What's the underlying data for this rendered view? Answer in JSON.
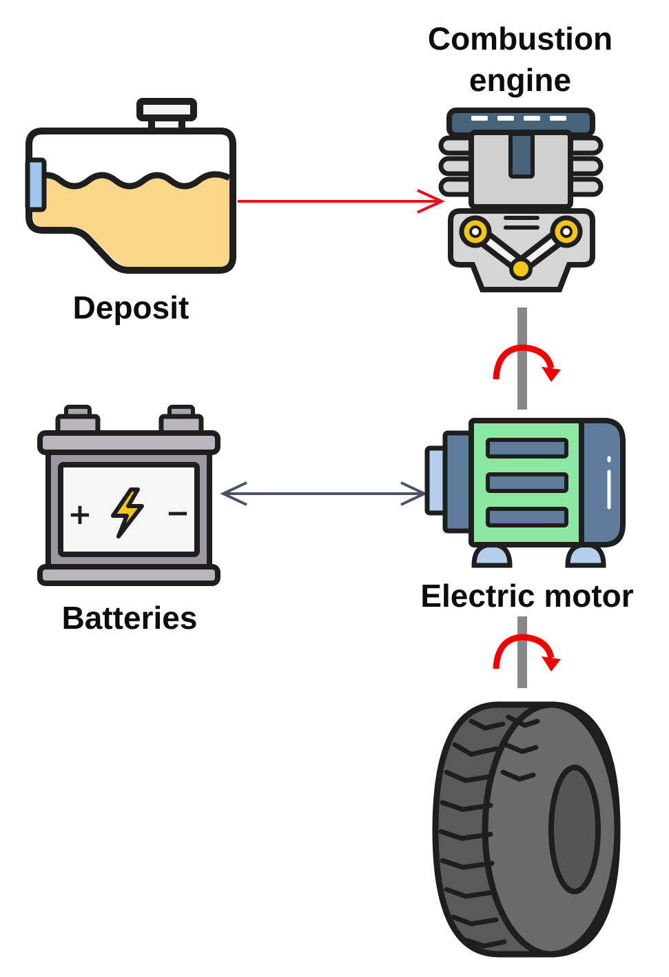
{
  "labels": {
    "engine_line1": "Combustion",
    "engine_line2": "engine",
    "deposit": "Deposit",
    "batteries": "Batteries",
    "motor": "Electric motor"
  },
  "battery_symbols": {
    "plus": "+",
    "minus": "−"
  },
  "icons": {
    "deposit": "fuel-tank-icon",
    "engine": "combustion-engine-icon",
    "battery": "car-battery-icon",
    "motor": "electric-motor-icon",
    "wheel": "tire-icon"
  },
  "colors": {
    "fuel_arrow": "#e8101a",
    "electric_arrow": "#4a5468",
    "rotation_arrow": "#f00000",
    "shaft": "#888888",
    "fuel": "#fcd78a",
    "motor_body": "#8be8a0"
  }
}
